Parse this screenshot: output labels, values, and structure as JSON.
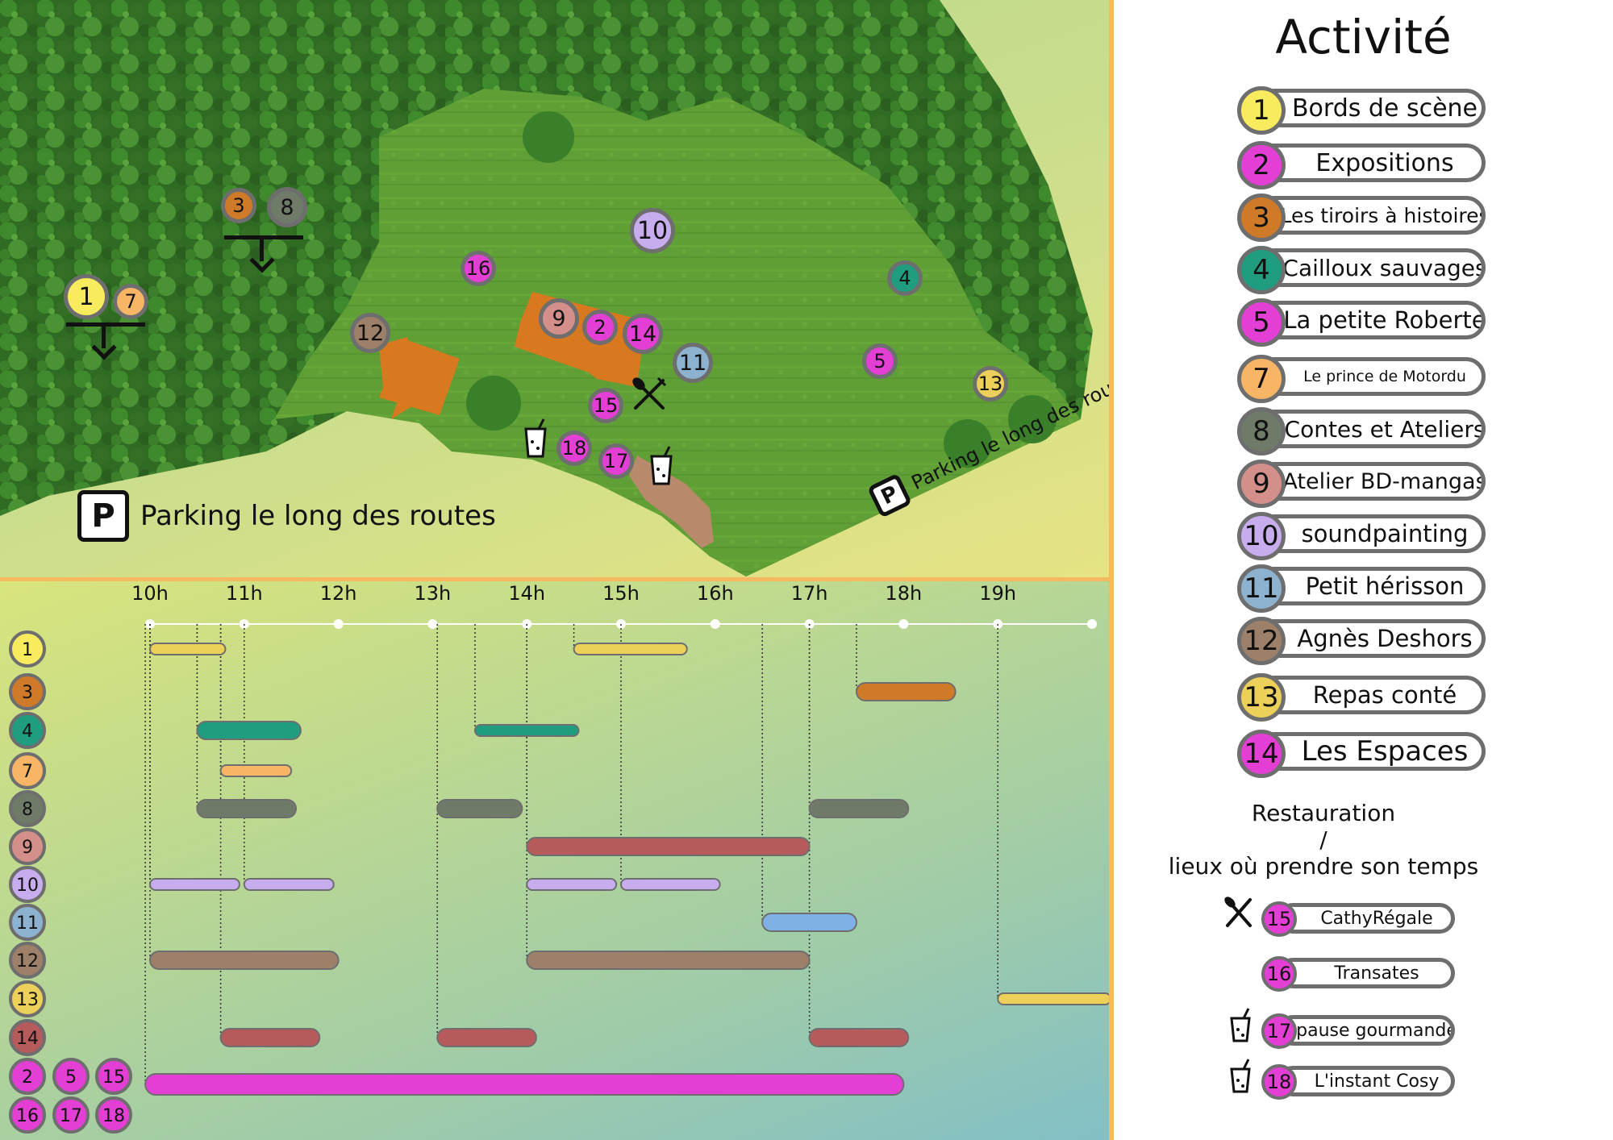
{
  "map": {
    "parking_left_label": "Parking le long des routes",
    "parking_right_label": "Parking le long des routes",
    "parking_symbol": "P",
    "markers": [
      {
        "n": "1",
        "color": "#f8eb5d"
      },
      {
        "n": "7",
        "color": "#f7b565"
      },
      {
        "n": "3",
        "color": "#cf7a28"
      },
      {
        "n": "8",
        "color": "#6f7a69"
      },
      {
        "n": "16",
        "color": "#e43fd5"
      },
      {
        "n": "10",
        "color": "#c7acee"
      },
      {
        "n": "12",
        "color": "#9d806a"
      },
      {
        "n": "9",
        "color": "#d58f8b"
      },
      {
        "n": "2",
        "color": "#e43fd5"
      },
      {
        "n": "14",
        "color": "#e43fd5"
      },
      {
        "n": "11",
        "color": "#8db2d0"
      },
      {
        "n": "4",
        "color": "#1f9d7e"
      },
      {
        "n": "5",
        "color": "#e43fd5"
      },
      {
        "n": "13",
        "color": "#ecd05a"
      },
      {
        "n": "15",
        "color": "#e43fd5"
      },
      {
        "n": "18",
        "color": "#e43fd5"
      },
      {
        "n": "17",
        "color": "#e43fd5"
      }
    ]
  },
  "timeline": {
    "hours": [
      "10h",
      "11h",
      "12h",
      "13h",
      "14h",
      "15h",
      "16h",
      "17h",
      "18h",
      "19h"
    ],
    "rows": [
      {
        "n": "1",
        "color": "#f8eb5d"
      },
      {
        "n": "3",
        "color": "#cf7a28"
      },
      {
        "n": "4",
        "color": "#1f9d7e"
      },
      {
        "n": "7",
        "color": "#f7b565"
      },
      {
        "n": "8",
        "color": "#6f7a69"
      },
      {
        "n": "9",
        "color": "#d58f8b"
      },
      {
        "n": "10",
        "color": "#c7acee"
      },
      {
        "n": "11",
        "color": "#8db2d0"
      },
      {
        "n": "12",
        "color": "#9d806a"
      },
      {
        "n": "13",
        "color": "#ecd05a"
      },
      {
        "n": "14",
        "color": "#b75a5c"
      }
    ],
    "all_day_group": [
      "2",
      "5",
      "15",
      "16",
      "17",
      "18"
    ],
    "all_day_color": "#e43fd5",
    "bars": [
      {
        "row": 0,
        "start": 10.0,
        "end": 10.8,
        "color": "#ecd05a",
        "thin": true
      },
      {
        "row": 0,
        "start": 14.5,
        "end": 15.7,
        "color": "#ecd05a",
        "thin": true
      },
      {
        "row": 1,
        "start": 17.5,
        "end": 18.55,
        "color": "#cf7a28",
        "thin": false
      },
      {
        "row": 2,
        "start": 10.5,
        "end": 11.6,
        "color": "#1f9d7e",
        "thin": false
      },
      {
        "row": 2,
        "start": 13.45,
        "end": 14.55,
        "color": "#1f9d7e",
        "thin": true
      },
      {
        "row": 3,
        "start": 10.75,
        "end": 11.5,
        "color": "#f7b565",
        "thin": true
      },
      {
        "row": 4,
        "start": 10.5,
        "end": 11.55,
        "color": "#6f7a69",
        "thin": false
      },
      {
        "row": 4,
        "start": 13.05,
        "end": 13.95,
        "color": "#6f7a69",
        "thin": false
      },
      {
        "row": 4,
        "start": 17.0,
        "end": 18.05,
        "color": "#6f7a69",
        "thin": false
      },
      {
        "row": 5,
        "start": 14.0,
        "end": 17.0,
        "color": "#b75a5c",
        "thin": false
      },
      {
        "row": 6,
        "start": 10.0,
        "end": 10.95,
        "color": "#c7acee",
        "thin": true
      },
      {
        "row": 6,
        "start": 11.0,
        "end": 11.95,
        "color": "#c7acee",
        "thin": true
      },
      {
        "row": 6,
        "start": 14.0,
        "end": 14.95,
        "color": "#c7acee",
        "thin": true
      },
      {
        "row": 6,
        "start": 15.0,
        "end": 16.05,
        "color": "#c7acee",
        "thin": true
      },
      {
        "row": 7,
        "start": 16.5,
        "end": 17.5,
        "color": "#7fb0e6",
        "thin": false
      },
      {
        "row": 8,
        "start": 10.0,
        "end": 12.0,
        "color": "#9d806a",
        "thin": false
      },
      {
        "row": 8,
        "start": 14.0,
        "end": 17.0,
        "color": "#9d806a",
        "thin": false
      },
      {
        "row": 9,
        "start": 19.0,
        "end": 20.2,
        "color": "#ecd05a",
        "thin": true
      },
      {
        "row": 10,
        "start": 10.75,
        "end": 11.8,
        "color": "#b75a5c",
        "thin": false
      },
      {
        "row": 10,
        "start": 13.05,
        "end": 14.1,
        "color": "#b75a5c",
        "thin": false
      },
      {
        "row": 10,
        "start": 17.0,
        "end": 18.05,
        "color": "#b75a5c",
        "thin": false
      },
      {
        "row": 11,
        "start": 9.95,
        "end": 18.0,
        "color": "#e43fd5",
        "thin": false
      }
    ]
  },
  "legend": {
    "title": "Activité",
    "activities": [
      {
        "n": "1",
        "label": "Bords de scène",
        "color": "#f8eb5d"
      },
      {
        "n": "2",
        "label": "Expositions",
        "color": "#e43fd5"
      },
      {
        "n": "3",
        "label": "Les tiroirs à histoires",
        "color": "#cf7a28"
      },
      {
        "n": "4",
        "label": "Cailloux sauvages",
        "color": "#1f9d7e"
      },
      {
        "n": "5",
        "label": "La petite Roberte",
        "color": "#e43fd5"
      },
      {
        "n": "7",
        "label": "Le prince de Motordu",
        "color": "#f7b565"
      },
      {
        "n": "8",
        "label": "Contes et Ateliers",
        "color": "#6f7a69"
      },
      {
        "n": "9",
        "label": "Atelier BD-mangas",
        "color": "#d58f8b"
      },
      {
        "n": "10",
        "label": "soundpainting",
        "color": "#c7acee"
      },
      {
        "n": "11",
        "label": "Petit hérisson",
        "color": "#8db2d0"
      },
      {
        "n": "12",
        "label": "Agnès Deshors",
        "color": "#9d806a"
      },
      {
        "n": "13",
        "label": "Repas conté",
        "color": "#ecd05a"
      },
      {
        "n": "14",
        "label": "Les Espaces",
        "color": "#e43fd5"
      }
    ],
    "resto_title": "Restauration",
    "resto_slash": "/",
    "resto_subtitle": "lieux où prendre son temps",
    "resto": [
      {
        "n": "15",
        "label": "CathyRégale",
        "icon": "fork-knife-icon"
      },
      {
        "n": "16",
        "label": "Transates",
        "icon": ""
      },
      {
        "n": "17",
        "label": "pause gourmande",
        "icon": "drink-glass-icon"
      },
      {
        "n": "18",
        "label": "L'instant Cosy",
        "icon": "drink-glass-icon"
      }
    ]
  }
}
